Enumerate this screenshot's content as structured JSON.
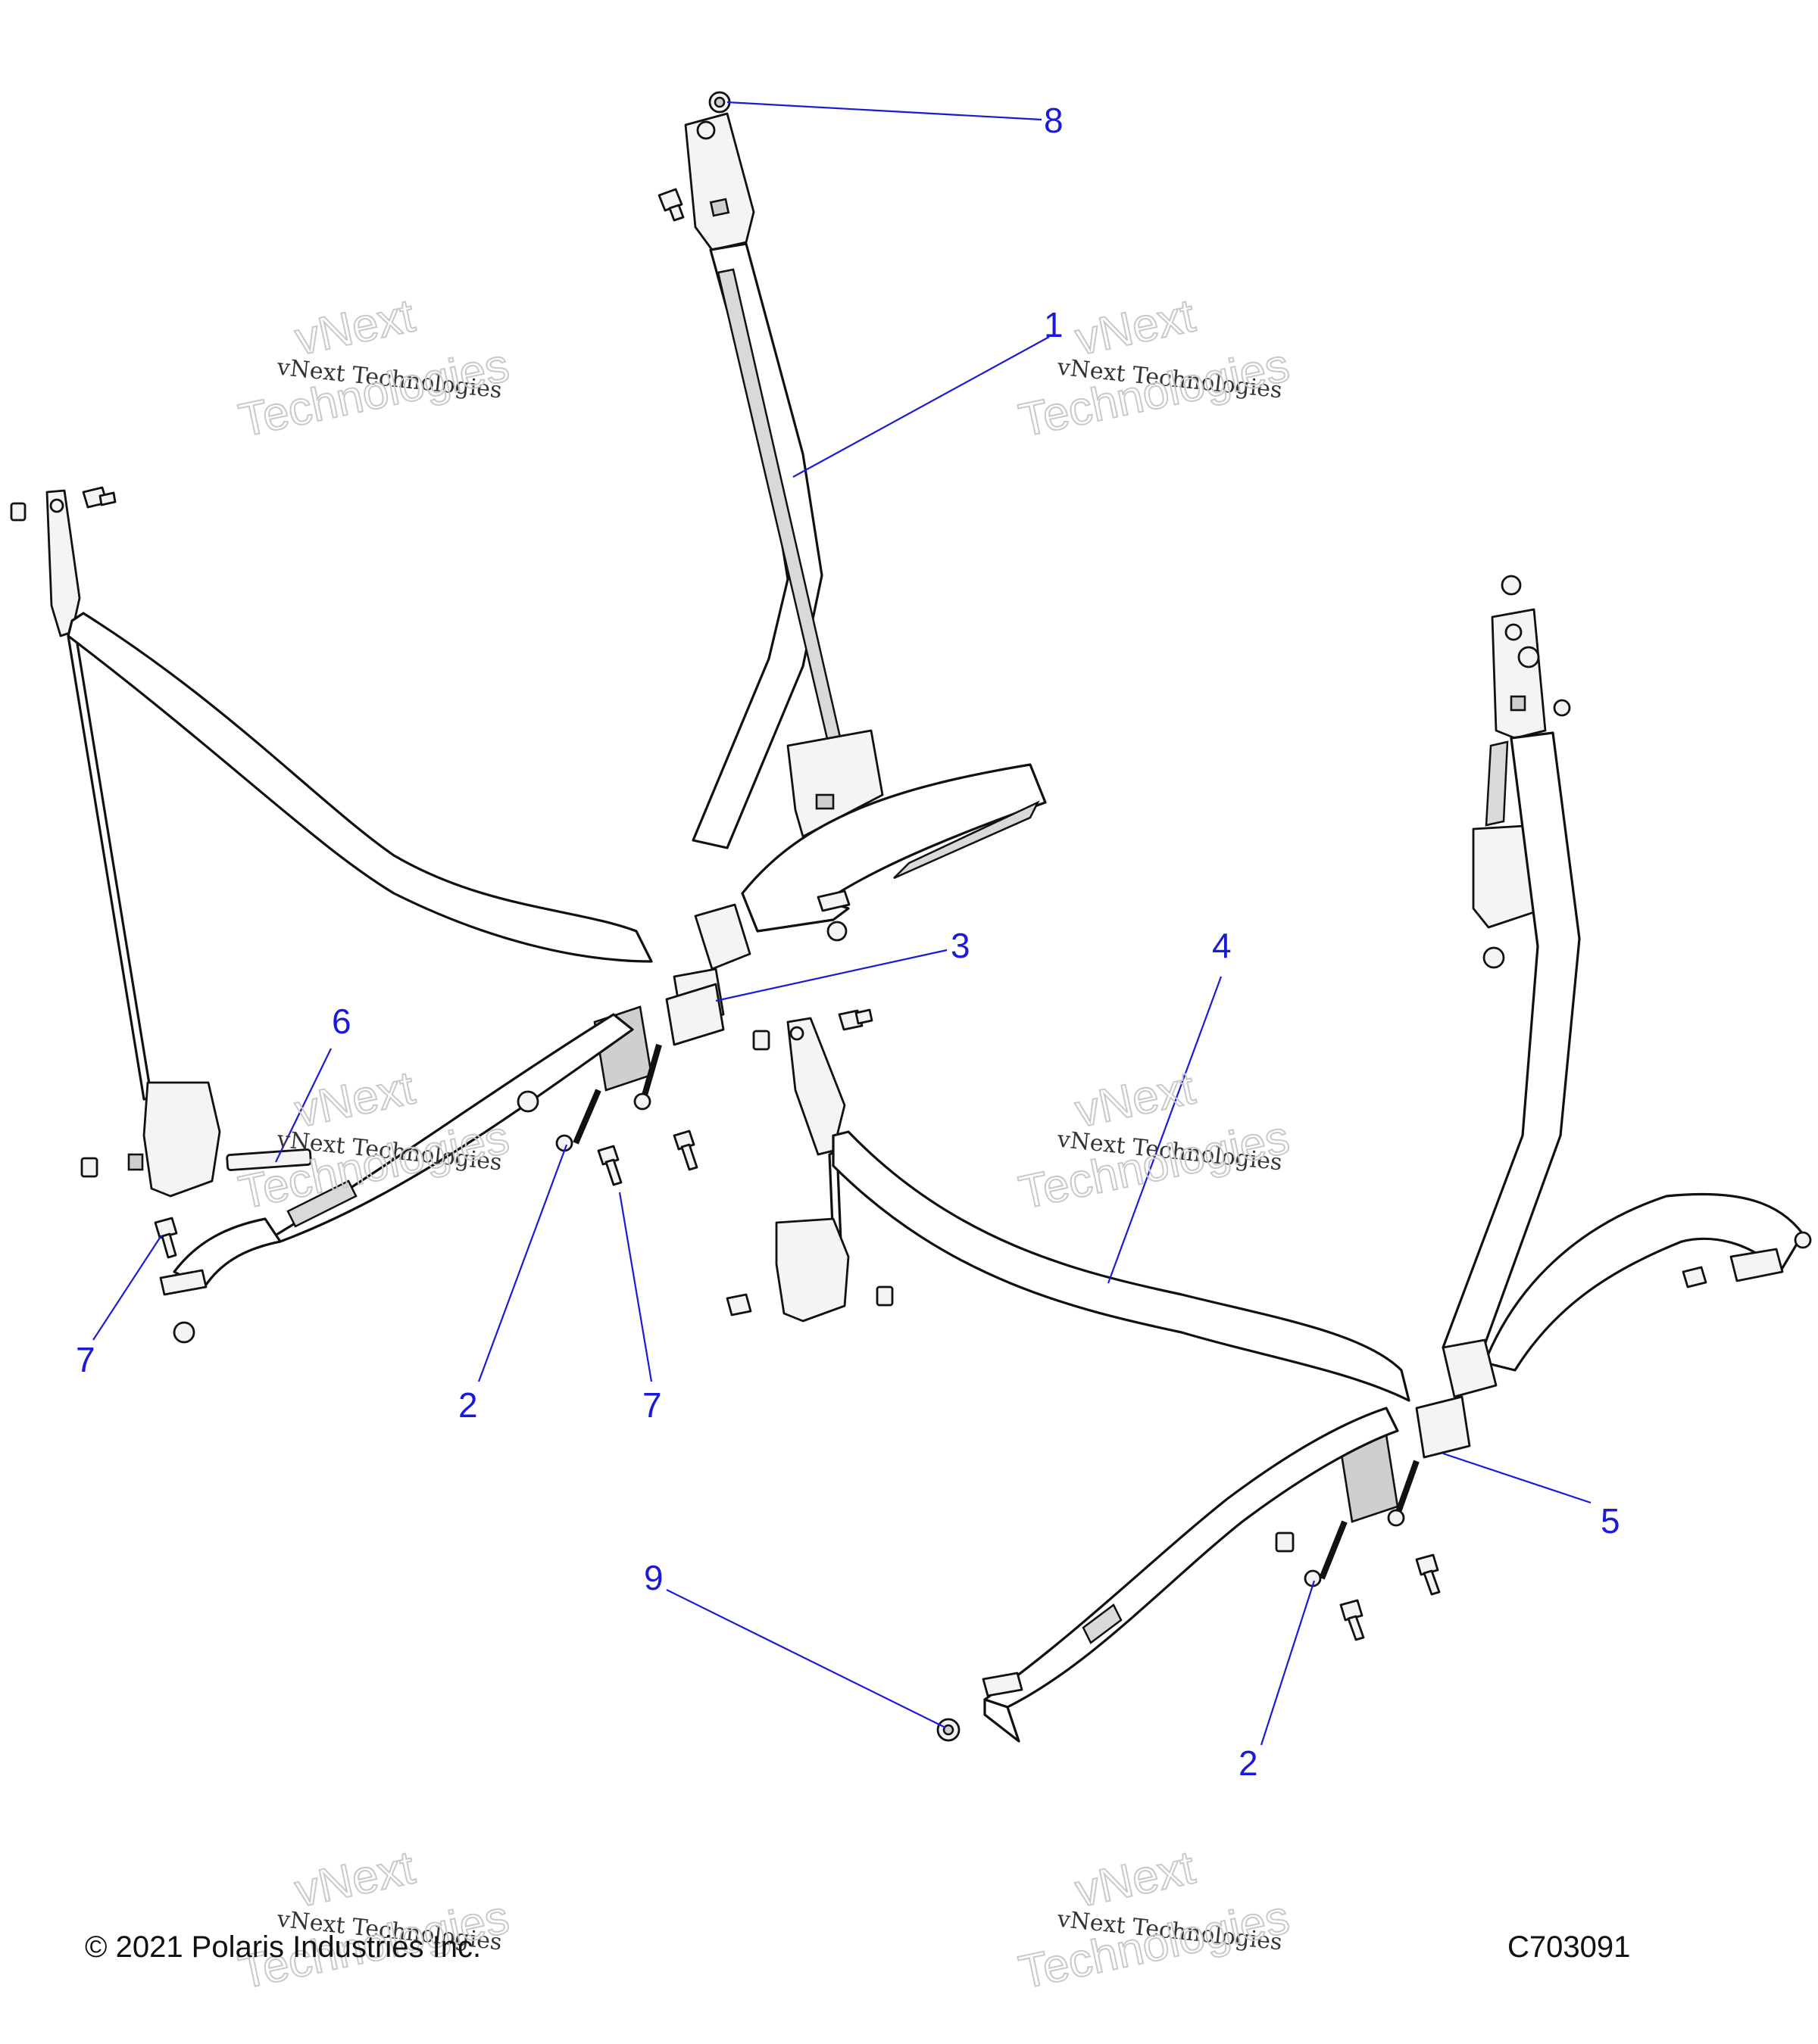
{
  "callouts": [
    {
      "id": "callout-8",
      "label": "8"
    },
    {
      "id": "callout-1",
      "label": "1"
    },
    {
      "id": "callout-3",
      "label": "3"
    },
    {
      "id": "callout-4",
      "label": "4"
    },
    {
      "id": "callout-6",
      "label": "6"
    },
    {
      "id": "callout-7a",
      "label": "7"
    },
    {
      "id": "callout-2a",
      "label": "2"
    },
    {
      "id": "callout-7b",
      "label": "7"
    },
    {
      "id": "callout-5",
      "label": "5"
    },
    {
      "id": "callout-9",
      "label": "9"
    },
    {
      "id": "callout-2b",
      "label": "2"
    }
  ],
  "watermark": {
    "line1": "vNext",
    "line2": "vNext Technologies",
    "line3": "Technologies"
  },
  "footer": {
    "copyright": "© 2021 Polaris Industries Inc.",
    "diagram_code": "C703091"
  },
  "colors": {
    "callout": "#1a1ad8",
    "line_art": "#111111",
    "watermark": "#c9c9c9"
  }
}
